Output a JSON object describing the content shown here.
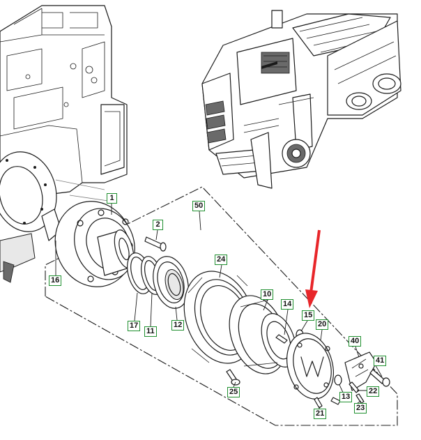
{
  "callouts": [
    {
      "id": "c1",
      "label": "1"
    },
    {
      "id": "c2",
      "label": "2"
    },
    {
      "id": "c50",
      "label": "50"
    },
    {
      "id": "c16",
      "label": "16"
    },
    {
      "id": "c24",
      "label": "24"
    },
    {
      "id": "c17",
      "label": "17"
    },
    {
      "id": "c11",
      "label": "11"
    },
    {
      "id": "c12",
      "label": "12"
    },
    {
      "id": "c10",
      "label": "10"
    },
    {
      "id": "c14",
      "label": "14"
    },
    {
      "id": "c15",
      "label": "15"
    },
    {
      "id": "c20",
      "label": "20"
    },
    {
      "id": "c40",
      "label": "40"
    },
    {
      "id": "c41",
      "label": "41"
    },
    {
      "id": "c25",
      "label": "25"
    },
    {
      "id": "c13",
      "label": "13"
    },
    {
      "id": "c22",
      "label": "22"
    },
    {
      "id": "c23",
      "label": "23"
    },
    {
      "id": "c21",
      "label": "21"
    }
  ],
  "colors": {
    "callout_border": "#1e8f2e",
    "arrow": "#e8262a",
    "line": "#1a1a1a"
  }
}
